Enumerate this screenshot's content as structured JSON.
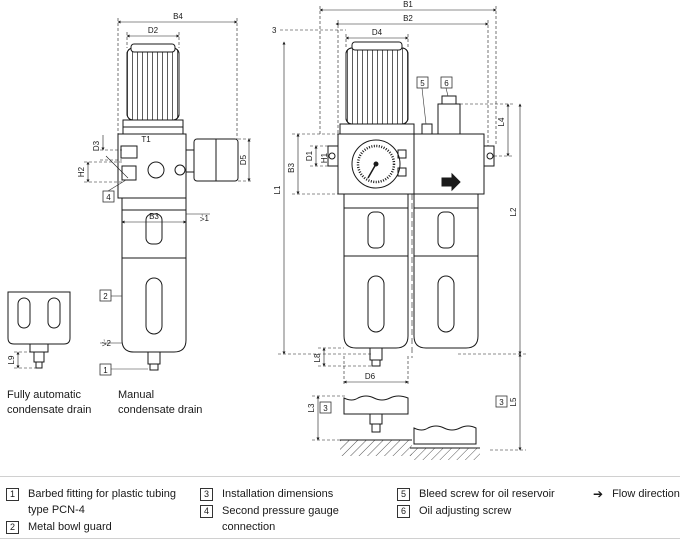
{
  "dimensions": {
    "B4": "B4",
    "D2": "D2",
    "B1": "B1",
    "B2": "B2",
    "D4": "D4",
    "T1": "T1",
    "D3": "D3",
    "H2": "H2",
    "D5": "D5",
    "B3": "B3",
    "SW1": "⩼1",
    "SW2": "⩼2",
    "L9": "L9",
    "L1": "L1",
    "H1": "H1",
    "D1": "D1",
    "L4": "L4",
    "L2": "L2",
    "L8": "L8",
    "D6": "D6",
    "L3": "L3",
    "L5": "L5",
    "three": "3"
  },
  "callouts": [
    "1",
    "2",
    "3",
    "4",
    "5",
    "6"
  ],
  "captions": {
    "auto_line1": "Fully automatic",
    "auto_line2": "condensate drain",
    "manual_line1": "Manual",
    "manual_line2": "condensate drain"
  },
  "legend": [
    {
      "num": "1",
      "text1": "Barbed fitting for plastic tubing",
      "text2": "type PCN-4"
    },
    {
      "num": "2",
      "text1": "Metal bowl guard",
      "text2": ""
    },
    {
      "num": "3",
      "text1": "Installation dimensions",
      "text2": ""
    },
    {
      "num": "4",
      "text1": "Second pressure gauge",
      "text2": "connection"
    },
    {
      "num": "5",
      "text1": "Bleed screw for oil reservoir",
      "text2": ""
    },
    {
      "num": "6",
      "text1": "Oil adjusting screw",
      "text2": ""
    }
  ],
  "flow": {
    "icon": "arrow-right-icon",
    "label": "Flow direction"
  },
  "colors": {
    "line": "#1a1a1a",
    "body": "#ffffff",
    "hatch": "#555555",
    "light": "#9a9a9a"
  }
}
